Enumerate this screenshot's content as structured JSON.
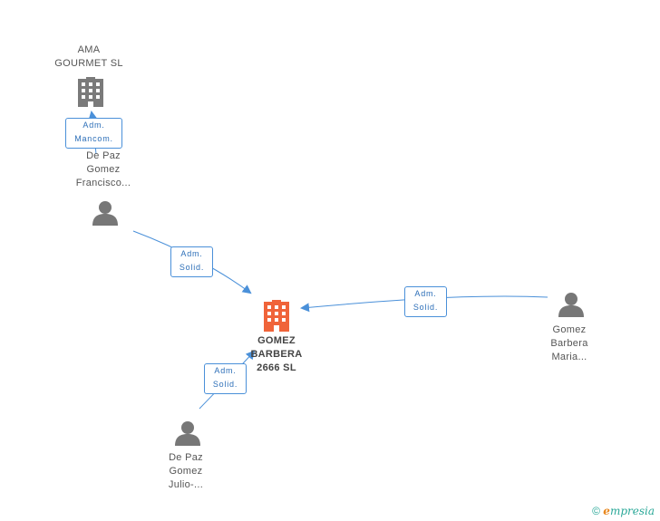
{
  "nodes": {
    "ama": {
      "lines": [
        "AMA",
        "GOURMET SL"
      ],
      "kind": "company"
    },
    "depaz_francisco": {
      "lines": [
        "De Paz",
        "Gomez",
        "Francisco..."
      ],
      "kind": "person"
    },
    "gomez_barbera_sl": {
      "lines": [
        "GOMEZ",
        "BARBERA",
        "2666 SL"
      ],
      "kind": "company-main"
    },
    "gomez_barbera_maria": {
      "lines": [
        "Gomez",
        "Barbera",
        "Maria..."
      ],
      "kind": "person"
    },
    "depaz_julio": {
      "lines": [
        "De Paz",
        "Gomez",
        "Julio-..."
      ],
      "kind": "person"
    }
  },
  "relations": [
    {
      "id": "r1",
      "lines": [
        "Adm.",
        "Mancom."
      ]
    },
    {
      "id": "r2",
      "lines": [
        "Adm.",
        "Solid."
      ]
    },
    {
      "id": "r3",
      "lines": [
        "Adm.",
        "Solid."
      ]
    },
    {
      "id": "r4",
      "lines": [
        "Adm.",
        "Solid."
      ]
    }
  ],
  "colors": {
    "edge": "#4a90d9",
    "company_icon": "#7a7a7a",
    "main_icon": "#f0643a",
    "person_icon": "#777777"
  },
  "footer": {
    "copyright_symbol": "©",
    "brand_initial": "e",
    "brand_rest": "mpresia"
  }
}
